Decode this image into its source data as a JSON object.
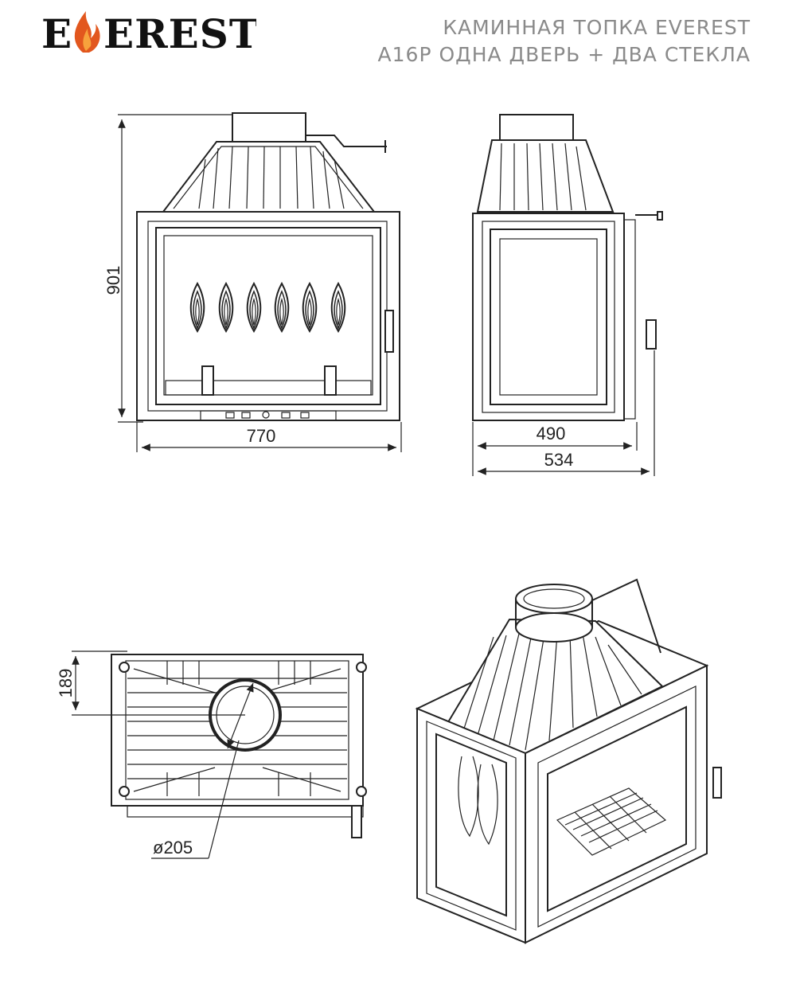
{
  "brand": {
    "name": "EVEREST",
    "accent_color": "#e2571e"
  },
  "title": {
    "line1": "КАМИННАЯ ТОПКА EVEREST",
    "line2": "А16Р ОДНА ДВЕРЬ + ДВА СТЕКЛА"
  },
  "dimensions": {
    "height": "901",
    "front_width": "770",
    "side_inner": "490",
    "side_total": "534",
    "top_offset": "189",
    "flue_diameter": "ø205"
  },
  "views": {
    "front": "front-view",
    "side": "side-view",
    "top": "top-view",
    "iso": "isometric-view"
  }
}
